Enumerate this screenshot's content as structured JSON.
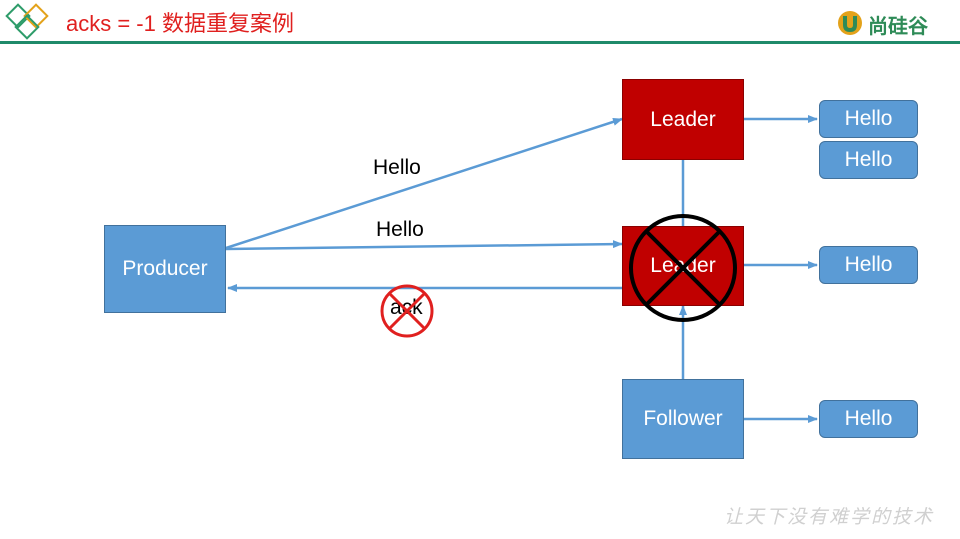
{
  "header": {
    "title": "acks = -1 数据重复案例",
    "logo_text": "尚硅谷"
  },
  "diagram": {
    "producer": "Producer",
    "leader_top": "Leader",
    "leader_failed": "Leader",
    "follower": "Follower",
    "msg_top": "Hello",
    "msg_middle": "Hello",
    "ack": "ack",
    "hello_top_1": "Hello",
    "hello_top_2": "Hello",
    "hello_failed": "Hello",
    "hello_follower": "Hello"
  },
  "footer": {
    "slogan": "让天下没有难学的技术"
  },
  "colors": {
    "accent_title": "#e0201f",
    "node_blue": "#5b9bd5",
    "node_red": "#c00000",
    "header_line": "#1f8a6a"
  }
}
